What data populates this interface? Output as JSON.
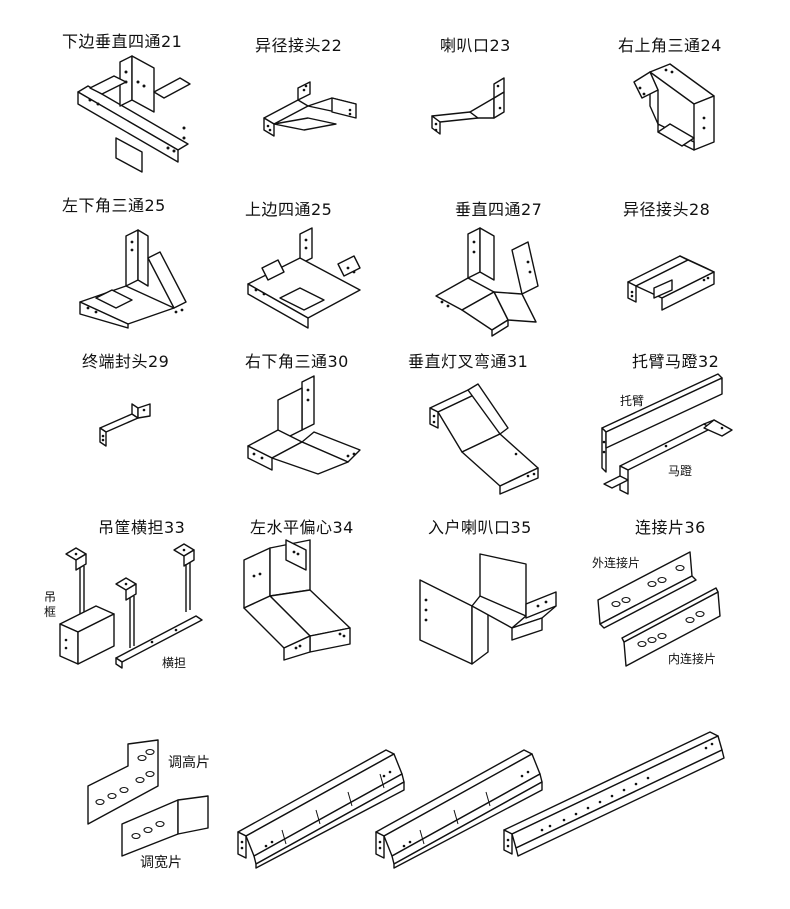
{
  "captions": {
    "c21": "下边垂直四通21",
    "c22": "异径接头22",
    "c23": "喇叭口23",
    "c24": "右上角三通24",
    "c25a": "左下角三通25",
    "c25b": "上边四通25",
    "c27": "垂直四通27",
    "c28": "异径接头28",
    "c29": "终端封头29",
    "c30": "右下角三通30",
    "c31": "垂直灯叉弯通31",
    "c32": "托臂马蹬32",
    "c33": "吊筐横担33",
    "c34": "左水平偏心34",
    "c35": "入户喇叭口35",
    "c36": "连接片36"
  },
  "sublabels": {
    "tuobi": "托臂",
    "madeng": "马蹬",
    "diao": "吊",
    "kuang": "框",
    "hengdan": "横担",
    "wai": "外连接片",
    "nei": "内连接片",
    "tiaogao": "调高片",
    "tiaokuan": "调宽片"
  }
}
